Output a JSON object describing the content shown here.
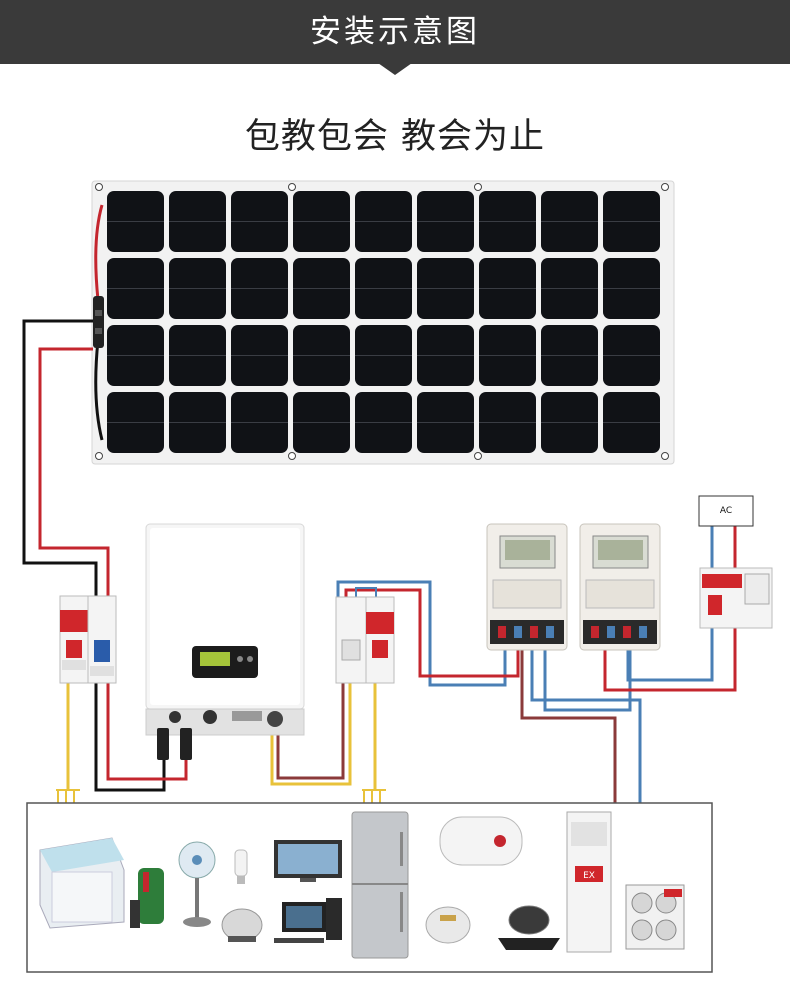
{
  "header": {
    "title": "安装示意图"
  },
  "subtitle": "包教包会 教会为止",
  "ac_label": "AC",
  "colors": {
    "header_bg": "#3a3a3a",
    "wire_red": "#c4262e",
    "wire_black": "#111111",
    "wire_blue": "#4a7fb5",
    "wire_yellow": "#e8c23a",
    "wire_brown": "#8b3a3a",
    "solar_cell": "#101216"
  },
  "components": [
    {
      "name": "solar-panel",
      "icon": "solar-panel-icon"
    },
    {
      "name": "dc-breaker",
      "icon": "breaker-icon"
    },
    {
      "name": "grid-tie-inverter",
      "icon": "inverter-icon"
    },
    {
      "name": "ac-breaker",
      "icon": "breaker-icon"
    },
    {
      "name": "energy-meter-1",
      "icon": "meter-icon"
    },
    {
      "name": "energy-meter-2",
      "icon": "meter-icon"
    },
    {
      "name": "ac-grid-breaker",
      "icon": "breaker-icon"
    }
  ],
  "appliances": [
    "washing-machine-icon",
    "water-pump-icon",
    "electric-fan-icon",
    "light-bulb-icon",
    "kettle-icon",
    "tv-icon",
    "computer-icon",
    "refrigerator-icon",
    "water-heater-icon",
    "rice-cooker-icon",
    "induction-cooker-icon",
    "air-conditioner-indoor-icon",
    "air-conditioner-outdoor-icon"
  ]
}
